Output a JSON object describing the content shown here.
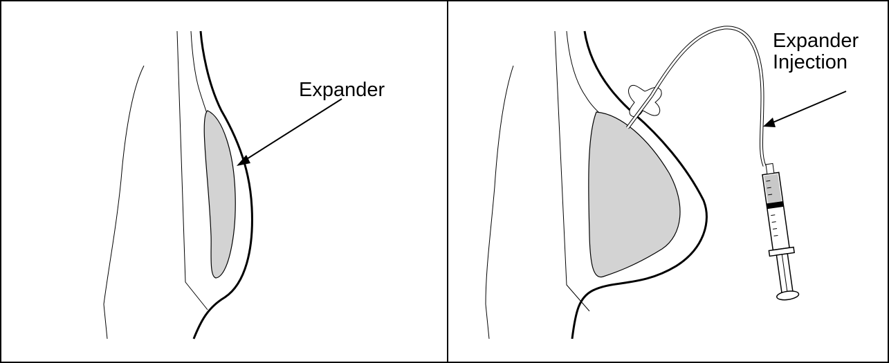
{
  "panels": [
    {
      "label": "Expander"
    },
    {
      "label_line1": "Expander",
      "label_line2": "Injection"
    }
  ],
  "colors": {
    "implant_fill": "#d3d3d3",
    "stroke": "#000000",
    "border": "#000000",
    "background": "#ffffff"
  },
  "icons": [
    "arrow-icon",
    "syringe-icon",
    "injection-port-icon"
  ]
}
